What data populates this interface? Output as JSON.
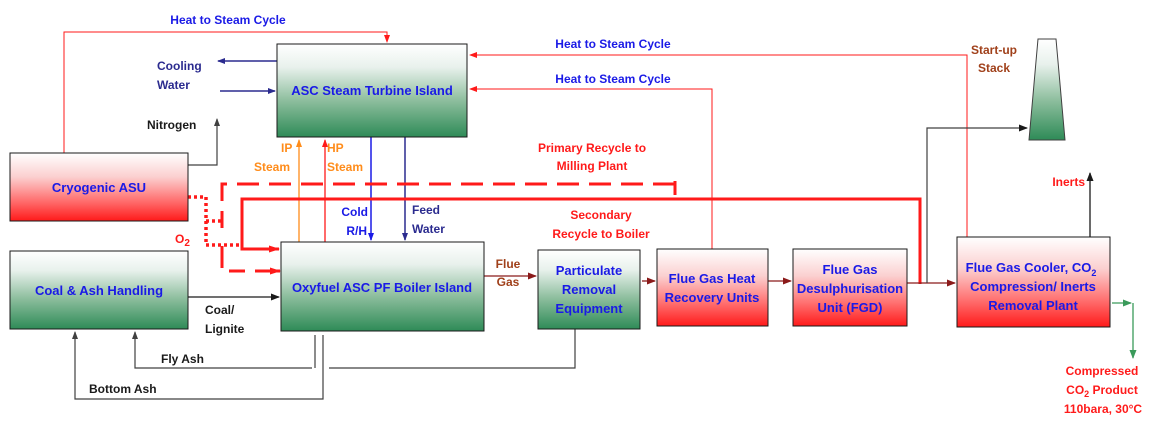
{
  "title": "Oxyfuel ASC PF power plant process flow diagram",
  "colors": {
    "box_text": "#1a1ae6",
    "heat_line": "#ff1a1a",
    "recycle": "#ff1a1a",
    "water_line": "#2b2b8f",
    "ash_line": "#404040",
    "flue_gas_line": "#8b1a1a",
    "ip_steam": "#ff8c1a",
    "co2_product_line": "#3a9a5a",
    "green_box_bottom": "#2e8b57",
    "red_box_bottom": "#ff1a1a"
  },
  "boxes": {
    "turbine": "ASC Steam Turbine Island",
    "asu": "Cryogenic ASU",
    "coal": "Coal & Ash Handling",
    "boiler": "Oxyfuel ASC PF Boiler Island",
    "particulate": [
      "Particulate",
      "Removal",
      "Equipment"
    ],
    "fghru": [
      "Flue Gas Heat",
      "Recovery Units"
    ],
    "fgd": [
      "Flue Gas",
      "Desulphurisation",
      "Unit (FGD)"
    ],
    "cooler": [
      "Flue Gas Cooler, CO",
      "2",
      "Compression/ Inerts",
      "Removal Plant"
    ]
  },
  "labels": {
    "heat_top": "Heat to Steam Cycle",
    "heat_mid1": "Heat to Steam Cycle",
    "heat_mid2": "Heat to Steam Cycle",
    "cooling": [
      "Cooling",
      "Water"
    ],
    "nitrogen": "Nitrogen",
    "ip_steam": [
      "IP",
      "Steam"
    ],
    "hp_steam": [
      "HP",
      "Steam"
    ],
    "cold_rh": [
      "Cold",
      "R/H"
    ],
    "feed_water": [
      "Feed",
      "Water"
    ],
    "primary_recycle": [
      "Primary Recycle to",
      "Milling Plant"
    ],
    "secondary_recycle": [
      "Secondary",
      "Recycle to Boiler"
    ],
    "o2": "O",
    "o2_sub": "2",
    "flue_gas": [
      "Flue",
      "Gas"
    ],
    "coal_lignite": [
      "Coal/",
      "Lignite"
    ],
    "fly_ash": "Fly Ash",
    "bottom_ash": "Bottom Ash",
    "startup_stack": [
      "Start-up",
      "Stack"
    ],
    "inerts": "Inerts",
    "co2_product": [
      "Compressed",
      "CO",
      "2",
      " Product",
      "110bara, 30°C"
    ]
  }
}
